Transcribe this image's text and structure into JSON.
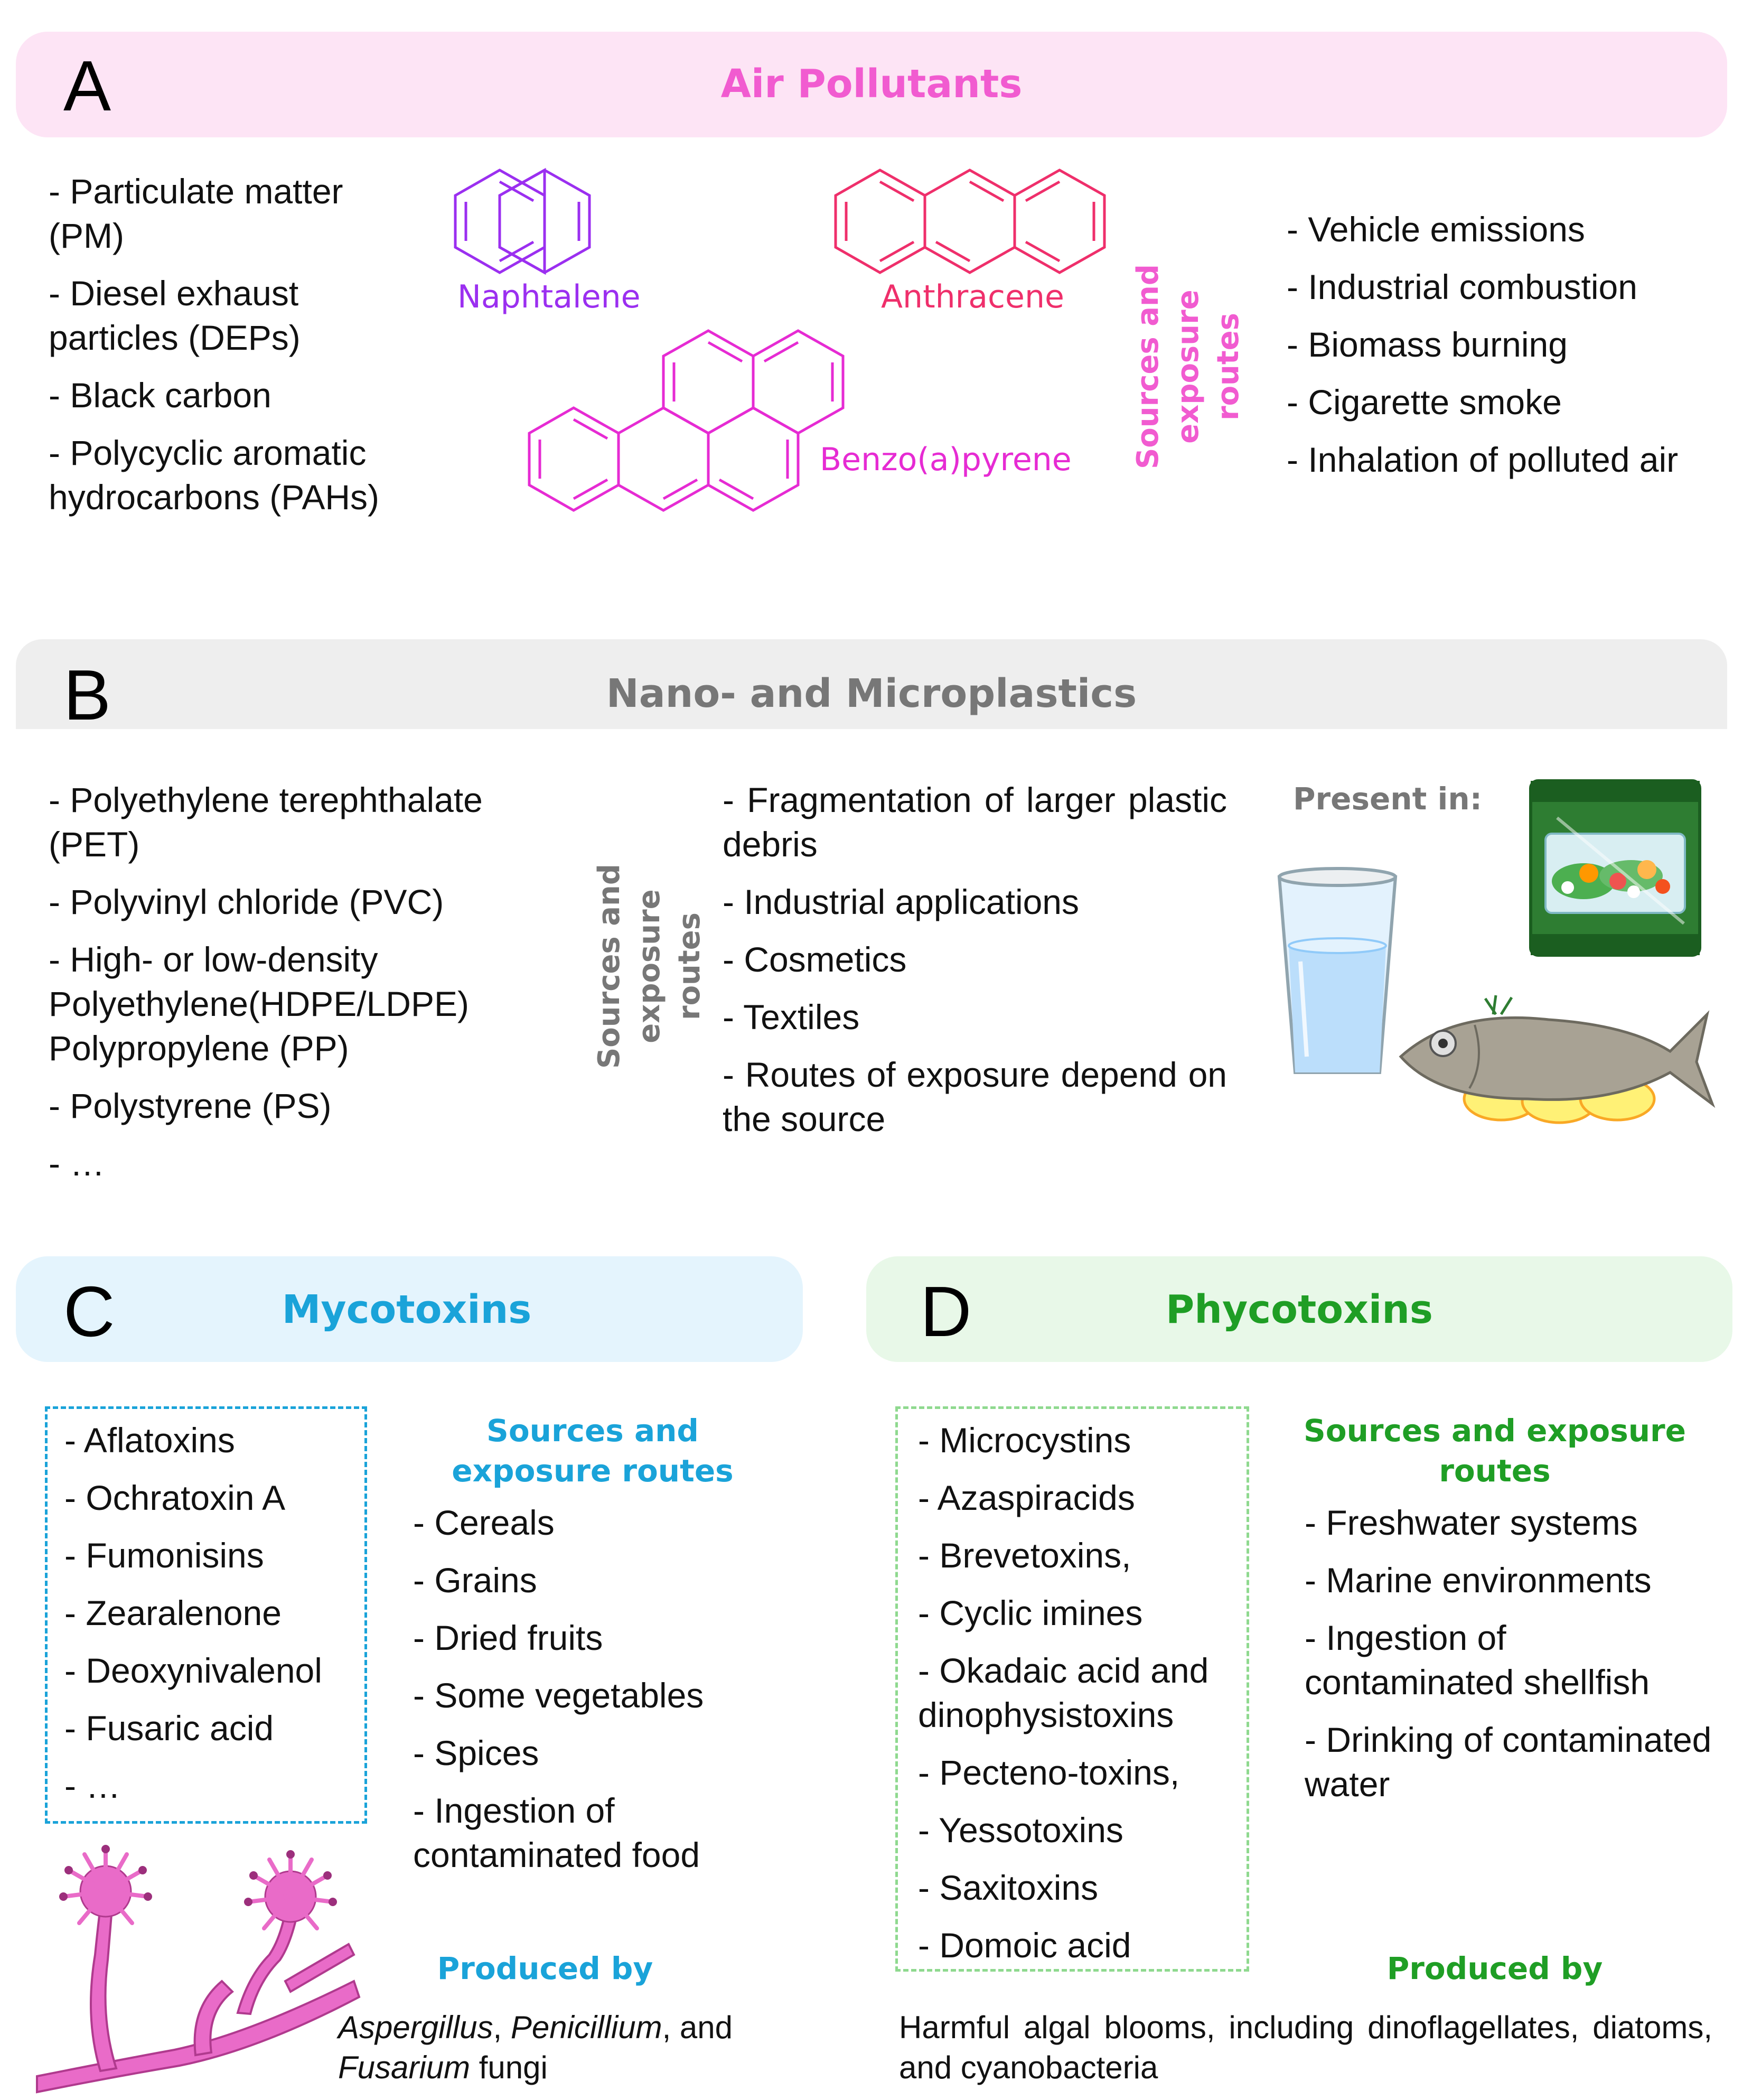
{
  "panels": {
    "a": {
      "letter": "A",
      "title": "Air Pollutants",
      "list": [
        "- Particulate matter (PM)",
        "- Diesel exhaust particles (DEPs)",
        "- Black carbon",
        "- Polycyclic aromatic hydrocarbons (PAHs)"
      ],
      "molecules": {
        "naphtalene": "Naphtalene",
        "anthracene": "Anthracene",
        "benzopyrene": "Benzo(a)pyrene"
      },
      "sources_label": "Sources and exposure routes",
      "sources": [
        "- Vehicle emissions",
        "- Industrial combustion",
        "- Biomass burning",
        "- Cigarette smoke",
        "- Inhalation of polluted air"
      ],
      "colors": {
        "title": "#f15bd0",
        "banner": "#fde4f5",
        "naphtalene": "#9b2ff0",
        "anthracene": "#ef2f6b",
        "benzopyrene": "#e62bd3"
      }
    },
    "b": {
      "letter": "B",
      "title": "Nano- and Microplastics",
      "list": [
        "- Polyethylene terephthalate (PET)",
        "- Polyvinyl chloride (PVC)",
        "- High- or low-density Polyethylene(HDPE/LDPE) Polypropylene (PP)",
        "- Polystyrene (PS)",
        "- …"
      ],
      "sources_label": "Sources and exposure routes",
      "sources": [
        "- Fragmentation of larger plastic debris",
        "- Industrial applications",
        "- Cosmetics",
        "- Textiles",
        "- Routes of exposure depend on the source"
      ],
      "present_label": "Present in:",
      "colors": {
        "title": "#777777",
        "banner": "#eeeeee"
      }
    },
    "c": {
      "letter": "C",
      "title": "Mycotoxins",
      "list": [
        "- Aflatoxins",
        "- Ochratoxin A",
        "- Fumonisins",
        "- Zearalenone",
        "- Deoxynivalenol",
        "- Fusaric acid",
        "- …"
      ],
      "sources_label": "Sources and exposure routes",
      "sources": [
        "- Cereals",
        "- Grains",
        "- Dried fruits",
        "- Some vegetables",
        "- Spices",
        "- Ingestion of contaminated food"
      ],
      "produced_label": "Produced by",
      "produced_genus1": "Aspergillus",
      "produced_sep1": ", ",
      "produced_genus2": "Penicillium",
      "produced_sep2": ", and",
      "produced_genus3": "Fusarium",
      "produced_tail": " fungi",
      "colors": {
        "title": "#1aa3d9",
        "banner": "#e4f4fd",
        "box": "#1aa3d9",
        "fungus": "#e96bc8"
      }
    },
    "d": {
      "letter": "D",
      "title": "Phycotoxins",
      "list": [
        "- Microcystins",
        "- Azaspiracids",
        "- Brevetoxins,",
        "- Cyclic imines",
        "- Okadaic acid and dinophysistoxins",
        "- Pecteno-toxins,",
        "- Yessotoxins",
        "- Saxitoxins",
        "- Domoic acid"
      ],
      "sources_label": "Sources and exposure routes",
      "sources": [
        "- Freshwater systems",
        "- Marine environments",
        "- Ingestion of contaminated shellfish",
        "- Drinking of contaminated water"
      ],
      "produced_label": "Produced by",
      "produced_text": "Harmful algal blooms, including dinoflagellates, diatoms, and cyanobacteria",
      "colors": {
        "title": "#1f9e25",
        "banner": "#e8f8e8",
        "box": "#8fd98f"
      }
    }
  }
}
